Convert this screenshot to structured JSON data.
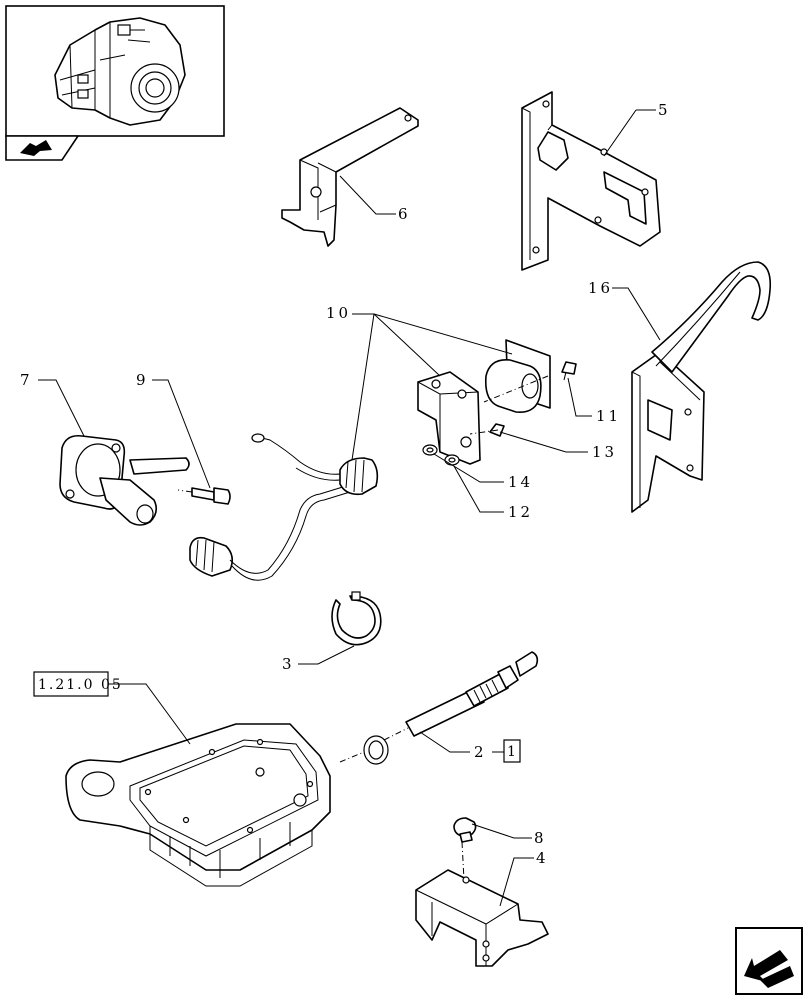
{
  "diagram": {
    "labels": {
      "p2": "2",
      "p3": "3",
      "p4": "4",
      "p5": "5",
      "p6": "6",
      "p7": "7",
      "p8": "8",
      "p9": "9",
      "p10": "10",
      "p11": "11",
      "p12": "12",
      "p13": "13",
      "p14": "14",
      "p16": "16"
    },
    "reference_box": "1.21.0 05",
    "qty_box": "1"
  },
  "icons": {
    "thumbnail": "transmission-housing-thumbnail",
    "nav_back": "back-arrow-icon",
    "nav_next": "next-arrow-icon"
  }
}
